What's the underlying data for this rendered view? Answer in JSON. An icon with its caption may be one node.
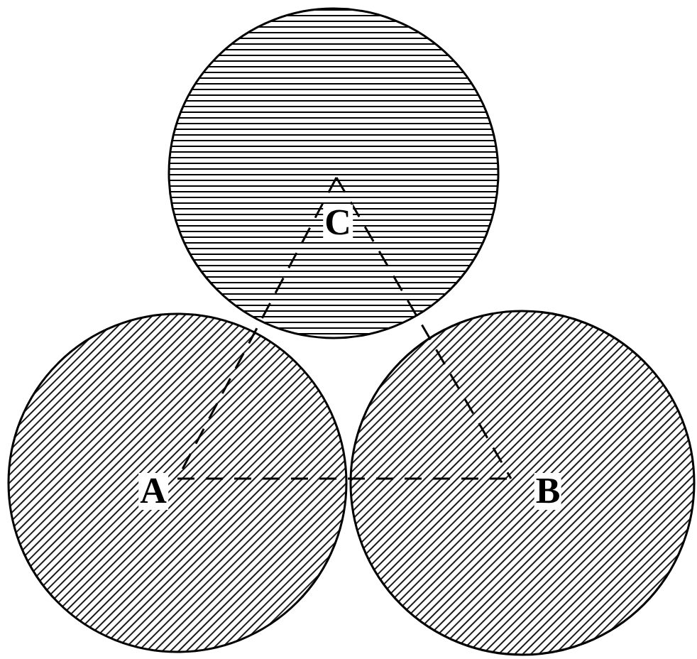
{
  "diagram": {
    "nodes": [
      {
        "text": [
          "C"
        ]
      },
      {
        "text": [
          "A"
        ]
      },
      {
        "text": [
          "B"
        ]
      }
    ],
    "edges": [
      {
        "from": 0,
        "to": 1,
        "arrow": "none",
        "style": "dashed"
      },
      {
        "from": 0,
        "to": 2,
        "arrow": "none",
        "style": "dashed"
      },
      {
        "from": 1,
        "to": 2,
        "arrow": "none",
        "style": "dashed"
      }
    ]
  }
}
